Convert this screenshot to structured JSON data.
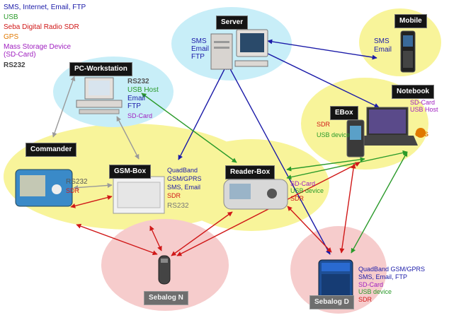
{
  "legend": {
    "l1": {
      "text": "SMS, Internet, Email, FTP",
      "color": "#1a1aa8"
    },
    "l2": {
      "text": "USB",
      "color": "#2a9a2a"
    },
    "l3": {
      "text": "Seba Digital Radio SDR",
      "color": "#d01818"
    },
    "l4": {
      "text": "GPS",
      "color": "#e07800"
    },
    "l5": {
      "text": "Mass Storage Device",
      "color": "#a020c0"
    },
    "l6": {
      "text": "(SD-Card)",
      "color": "#a020c0"
    },
    "l7": {
      "text": "RS232",
      "color": "#444444"
    }
  },
  "nodes": {
    "server": {
      "label": "Server",
      "lines": [
        "SMS",
        "Email",
        "FTP"
      ]
    },
    "mobile": {
      "label": "Mobile",
      "lines": [
        "SMS",
        "Email"
      ]
    },
    "pc": {
      "label": "PC-Workstation",
      "rs232": "RS232",
      "usb": "USB Host",
      "email": "Email",
      "ftp": "FTP",
      "sd": "SD-Card"
    },
    "notebook": {
      "label": "Notebook",
      "sd": "SD-Card",
      "usb": "USB Host"
    },
    "ebox": {
      "label": "EBox",
      "sdr": "SDR",
      "usb": "USB device",
      "gps": "GPS"
    },
    "commander": {
      "label": "Commander",
      "rs232": "RS232",
      "sdr": "SDR"
    },
    "gsmbox": {
      "label": "GSM-Box",
      "quad": "QuadBand",
      "gsm": "GSM/GPRS",
      "sms": "SMS, Email",
      "sdr": "SDR",
      "rs232": "RS232"
    },
    "readerbox": {
      "label": "Reader-Box",
      "sd": "SD-Card",
      "usb": "USB device",
      "sdr": "SDR"
    },
    "sebalogn": {
      "label": "Sebalog N"
    },
    "sebalogd": {
      "label": "Sebalog D",
      "quad": "QuadBand GSM/GPRS",
      "sms": "SMS, Email, FTP",
      "sd": "SD-Card",
      "usb": "USB device",
      "sdr": "SDR"
    }
  },
  "colors": {
    "sms": "#1a1aa8",
    "usb": "#2a9a2a",
    "sdr": "#d01818",
    "gps": "#e07800",
    "sd": "#a020c0",
    "rs232": "#9a9a9a",
    "cyanZone": "#c8eef8",
    "yellowZone": "#f8f49a",
    "pinkZone": "#f6cccc"
  }
}
